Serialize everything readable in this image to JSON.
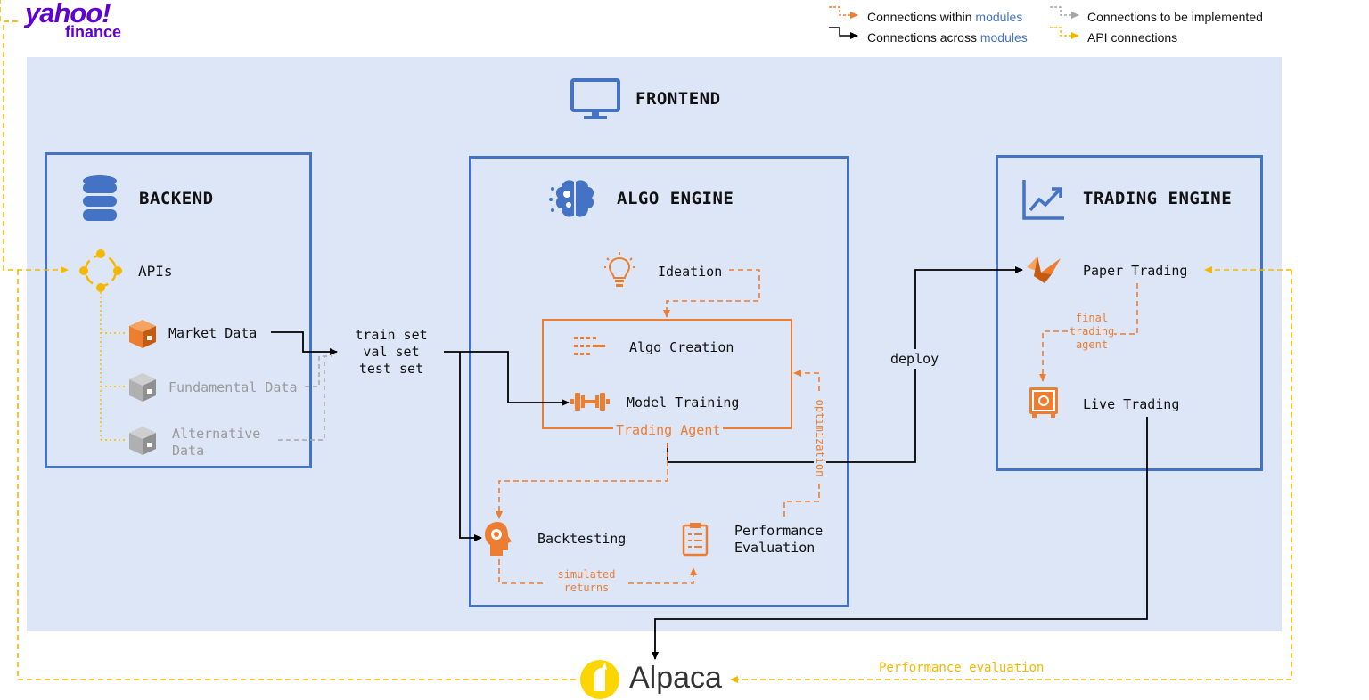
{
  "logo": {
    "brand": "yahoo!",
    "sub": "finance"
  },
  "legend": {
    "within": {
      "prefix": "Connections within ",
      "highlight": "modules"
    },
    "across": {
      "prefix": "Connections across ",
      "highlight": "modules"
    },
    "todo": "Connections to be implemented",
    "api": "API connections"
  },
  "frontend": {
    "title": "FRONTEND"
  },
  "backend": {
    "title": "BACKEND",
    "apis": "APIs",
    "market_data": "Market Data",
    "fundamental_data": "Fundamental Data",
    "alternative_data_line1": "Alternative",
    "alternative_data_line2": "Data"
  },
  "datasets": {
    "train": "train set",
    "val": "val set",
    "test": "test set"
  },
  "algo_engine": {
    "title": "ALGO ENGINE",
    "ideation": "Ideation",
    "algo_creation": "Algo Creation",
    "model_training": "Model Training",
    "trading_agent": "Trading Agent",
    "backtesting": "Backtesting",
    "performance_line1": "Performance",
    "performance_line2": "Evaluation",
    "simulated_line1": "simulated",
    "simulated_line2": "returns",
    "optimization": "optimization"
  },
  "deploy": "deploy",
  "trading_engine": {
    "title": "TRADING ENGINE",
    "paper_trading": "Paper Trading",
    "final_line1": "final",
    "final_line2": "trading",
    "final_line3": "agent",
    "live_trading": "Live Trading"
  },
  "alpaca": {
    "name": "Alpaca"
  },
  "performance_evaluation": "Performance evaluation",
  "colors": {
    "blue": "#4472c4",
    "orange": "#ed7d31",
    "yellow": "#f5b800",
    "grey": "#a6a6a6",
    "purple": "#6001d2"
  }
}
